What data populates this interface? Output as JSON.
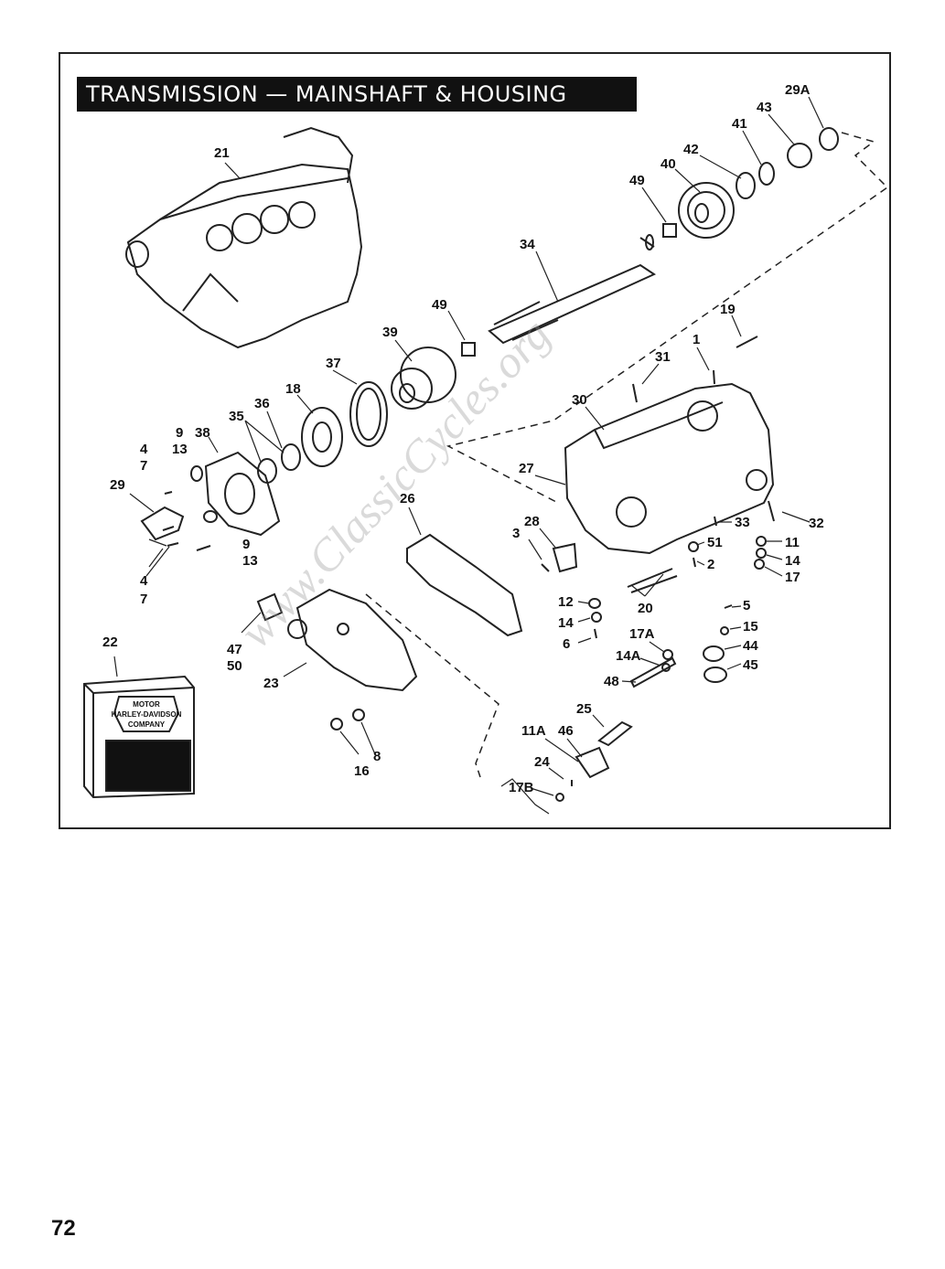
{
  "title": "TRANSMISSION — MAINSHAFT & HOUSING",
  "page_number": "72",
  "watermark": "www.ClassicCycles.org",
  "kit_box": {
    "logo_lines": [
      "MOTOR",
      "HARLEY-DAVIDSON",
      "COMPANY"
    ]
  },
  "callouts": [
    {
      "id": "c21",
      "text": "21"
    },
    {
      "id": "c29A",
      "text": "29A"
    },
    {
      "id": "c43",
      "text": "43"
    },
    {
      "id": "c41",
      "text": "41"
    },
    {
      "id": "c42",
      "text": "42"
    },
    {
      "id": "c40",
      "text": "40"
    },
    {
      "id": "c49a",
      "text": "49"
    },
    {
      "id": "c34",
      "text": "34"
    },
    {
      "id": "c49b",
      "text": "49"
    },
    {
      "id": "c39",
      "text": "39"
    },
    {
      "id": "c19",
      "text": "19"
    },
    {
      "id": "c1",
      "text": "1"
    },
    {
      "id": "c31",
      "text": "31"
    },
    {
      "id": "c37",
      "text": "37"
    },
    {
      "id": "c18",
      "text": "18"
    },
    {
      "id": "c30",
      "text": "30"
    },
    {
      "id": "c36",
      "text": "36"
    },
    {
      "id": "c35",
      "text": "35"
    },
    {
      "id": "c9a",
      "text": "9"
    },
    {
      "id": "c13a",
      "text": "13"
    },
    {
      "id": "c38",
      "text": "38"
    },
    {
      "id": "c4a",
      "text": "4"
    },
    {
      "id": "c7a",
      "text": "7"
    },
    {
      "id": "c29",
      "text": "29"
    },
    {
      "id": "c27",
      "text": "27"
    },
    {
      "id": "c26",
      "text": "26"
    },
    {
      "id": "c33",
      "text": "33"
    },
    {
      "id": "c32",
      "text": "32"
    },
    {
      "id": "c3",
      "text": "3"
    },
    {
      "id": "c28",
      "text": "28"
    },
    {
      "id": "c51",
      "text": "51"
    },
    {
      "id": "c11a",
      "text": "11"
    },
    {
      "id": "c9b",
      "text": "9"
    },
    {
      "id": "c13b",
      "text": "13"
    },
    {
      "id": "c2",
      "text": "2"
    },
    {
      "id": "c14a",
      "text": "14"
    },
    {
      "id": "c17a",
      "text": "17"
    },
    {
      "id": "c4b",
      "text": "4"
    },
    {
      "id": "c7b",
      "text": "7"
    },
    {
      "id": "c12",
      "text": "12"
    },
    {
      "id": "c20",
      "text": "20"
    },
    {
      "id": "c14b",
      "text": "14"
    },
    {
      "id": "c5",
      "text": "5"
    },
    {
      "id": "c6",
      "text": "6"
    },
    {
      "id": "c15",
      "text": "15"
    },
    {
      "id": "c17A",
      "text": "17A"
    },
    {
      "id": "c44",
      "text": "44"
    },
    {
      "id": "c22",
      "text": "22"
    },
    {
      "id": "c47",
      "text": "47"
    },
    {
      "id": "c50",
      "text": "50"
    },
    {
      "id": "c14A",
      "text": "14A"
    },
    {
      "id": "c45",
      "text": "45"
    },
    {
      "id": "c23",
      "text": "23"
    },
    {
      "id": "c48",
      "text": "48"
    },
    {
      "id": "c25",
      "text": "25"
    },
    {
      "id": "c11A",
      "text": "11A"
    },
    {
      "id": "c46",
      "text": "46"
    },
    {
      "id": "c8",
      "text": "8"
    },
    {
      "id": "c24",
      "text": "24"
    },
    {
      "id": "c16",
      "text": "16"
    },
    {
      "id": "c17B",
      "text": "17B"
    }
  ]
}
